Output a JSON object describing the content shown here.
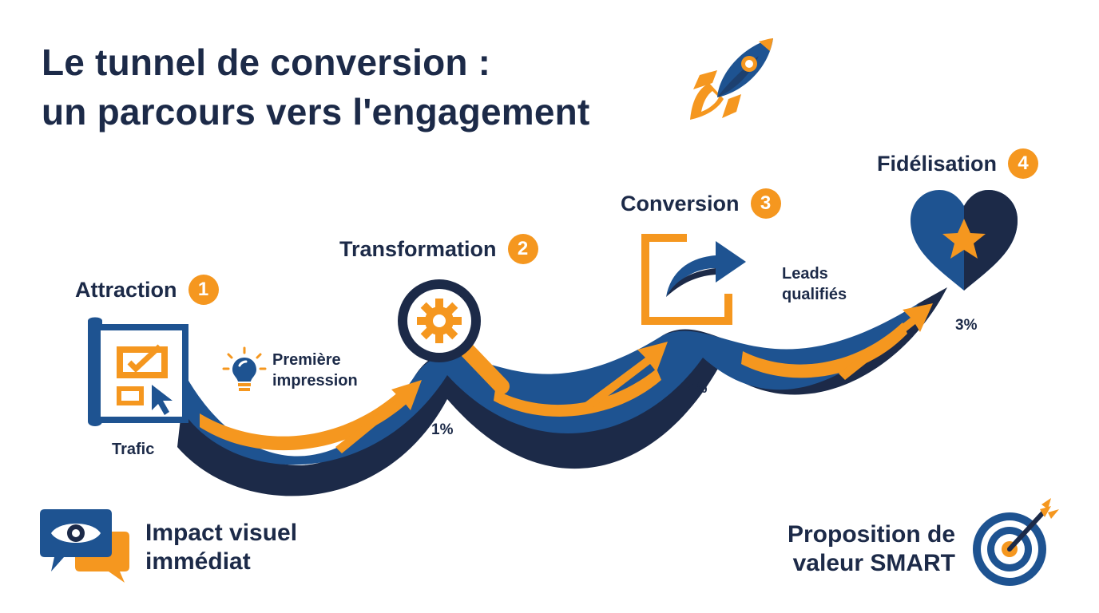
{
  "title": {
    "line1": "Le tunnel de conversion :",
    "line2": "un parcours vers l'engagement"
  },
  "colors": {
    "navy": "#1c2a48",
    "blue": "#1e5391",
    "orange": "#f5971f"
  },
  "steps": [
    {
      "label": "Attraction",
      "number": "1",
      "icon": "checklist-board-icon"
    },
    {
      "label": "Transformation",
      "number": "2",
      "icon": "magnifier-gear-icon"
    },
    {
      "label": "Conversion",
      "number": "3",
      "icon": "share-arrow-box-icon"
    },
    {
      "label": "Fidélisation",
      "number": "4",
      "icon": "heart-star-icon"
    }
  ],
  "annotations": {
    "trafic": "Trafic",
    "premiere_line1": "Première",
    "premiere_line2": "impression",
    "leads_line1": "Leads",
    "leads_line2": "qualifiés"
  },
  "percentages": [
    "1%",
    "2%",
    "3%"
  ],
  "footer": {
    "left": {
      "line1": "Impact visuel",
      "line2": "immédiat",
      "icon": "eye-speech-bubble-icon"
    },
    "right": {
      "line1": "Proposition de",
      "line2": "valeur SMART",
      "icon": "target-arrow-icon"
    }
  }
}
